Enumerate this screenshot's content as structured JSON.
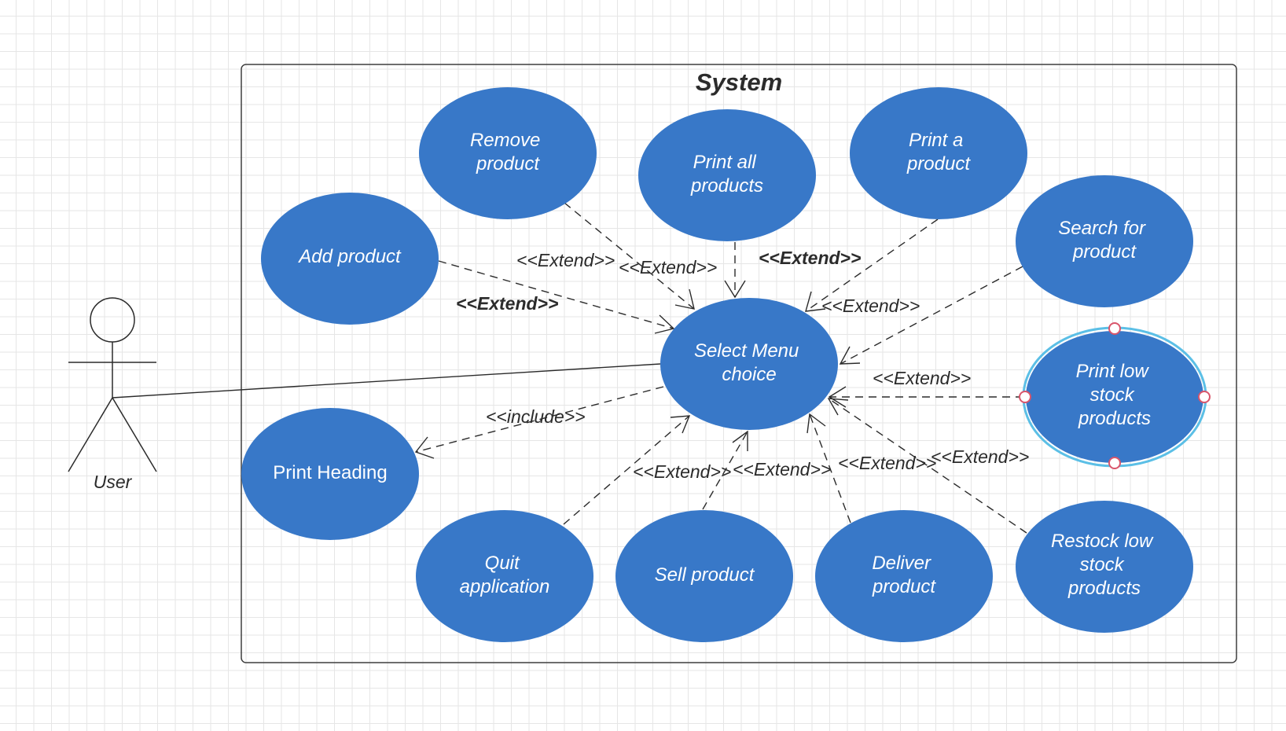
{
  "system": {
    "title": "System"
  },
  "actor": {
    "name": "User"
  },
  "use_cases": {
    "select_menu": [
      "Select Menu",
      "choice"
    ],
    "add_product": [
      "Add product"
    ],
    "remove_product": [
      "Remove",
      "product"
    ],
    "print_all": [
      "Print all",
      "products"
    ],
    "print_a": [
      "Print a",
      "product"
    ],
    "search": [
      "Search for",
      "product"
    ],
    "print_low": [
      "Print low",
      "stock",
      "products"
    ],
    "print_heading": [
      "Print Heading"
    ],
    "quit": [
      "Quit",
      "application"
    ],
    "sell": [
      "Sell product"
    ],
    "deliver": [
      "Deliver",
      "product"
    ],
    "restock": [
      "Restock low",
      "stock",
      "products"
    ]
  },
  "relations": {
    "extend": "<<Extend>>",
    "include": "<<include>>"
  },
  "colors": {
    "use_case_fill": "#3878c8",
    "selection_ring": "#5bbfe6",
    "selection_handle": "#d9556b",
    "line": "#2b2b2b"
  }
}
